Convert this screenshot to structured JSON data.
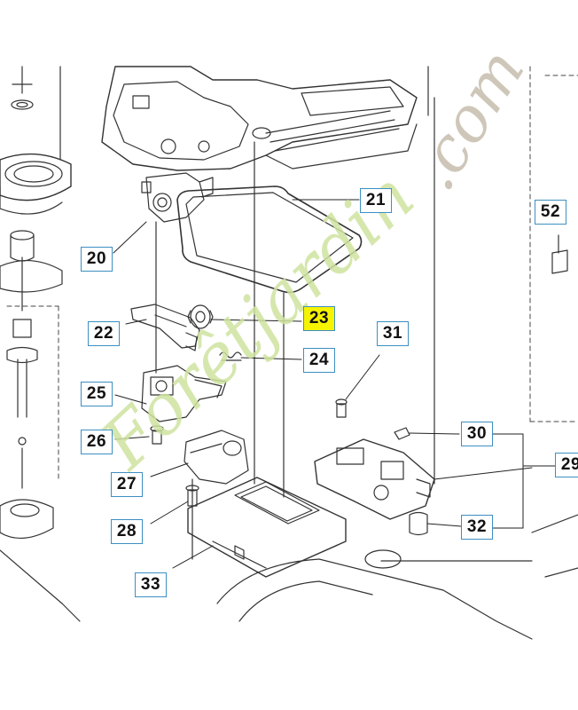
{
  "callouts": [
    {
      "id": "20",
      "text": "20"
    },
    {
      "id": "21",
      "text": "21"
    },
    {
      "id": "22",
      "text": "22"
    },
    {
      "id": "23",
      "text": "23",
      "highlighted": true
    },
    {
      "id": "24",
      "text": "24"
    },
    {
      "id": "25",
      "text": "25"
    },
    {
      "id": "26",
      "text": "26"
    },
    {
      "id": "27",
      "text": "27"
    },
    {
      "id": "28",
      "text": "28"
    },
    {
      "id": "29",
      "text": "29"
    },
    {
      "id": "30",
      "text": "30"
    },
    {
      "id": "31",
      "text": "31"
    },
    {
      "id": "32",
      "text": "32"
    },
    {
      "id": "33",
      "text": "33"
    },
    {
      "id": "52",
      "text": "52"
    }
  ],
  "watermark": {
    "brand": "Forêtjardin",
    "suffix": ".com",
    "brand_color": "#cfe3a0",
    "suffix_color": "#c9c2b2"
  },
  "colors": {
    "highlight": "#f6f300",
    "label_border": "#3d8fc2",
    "line": "#333333"
  }
}
